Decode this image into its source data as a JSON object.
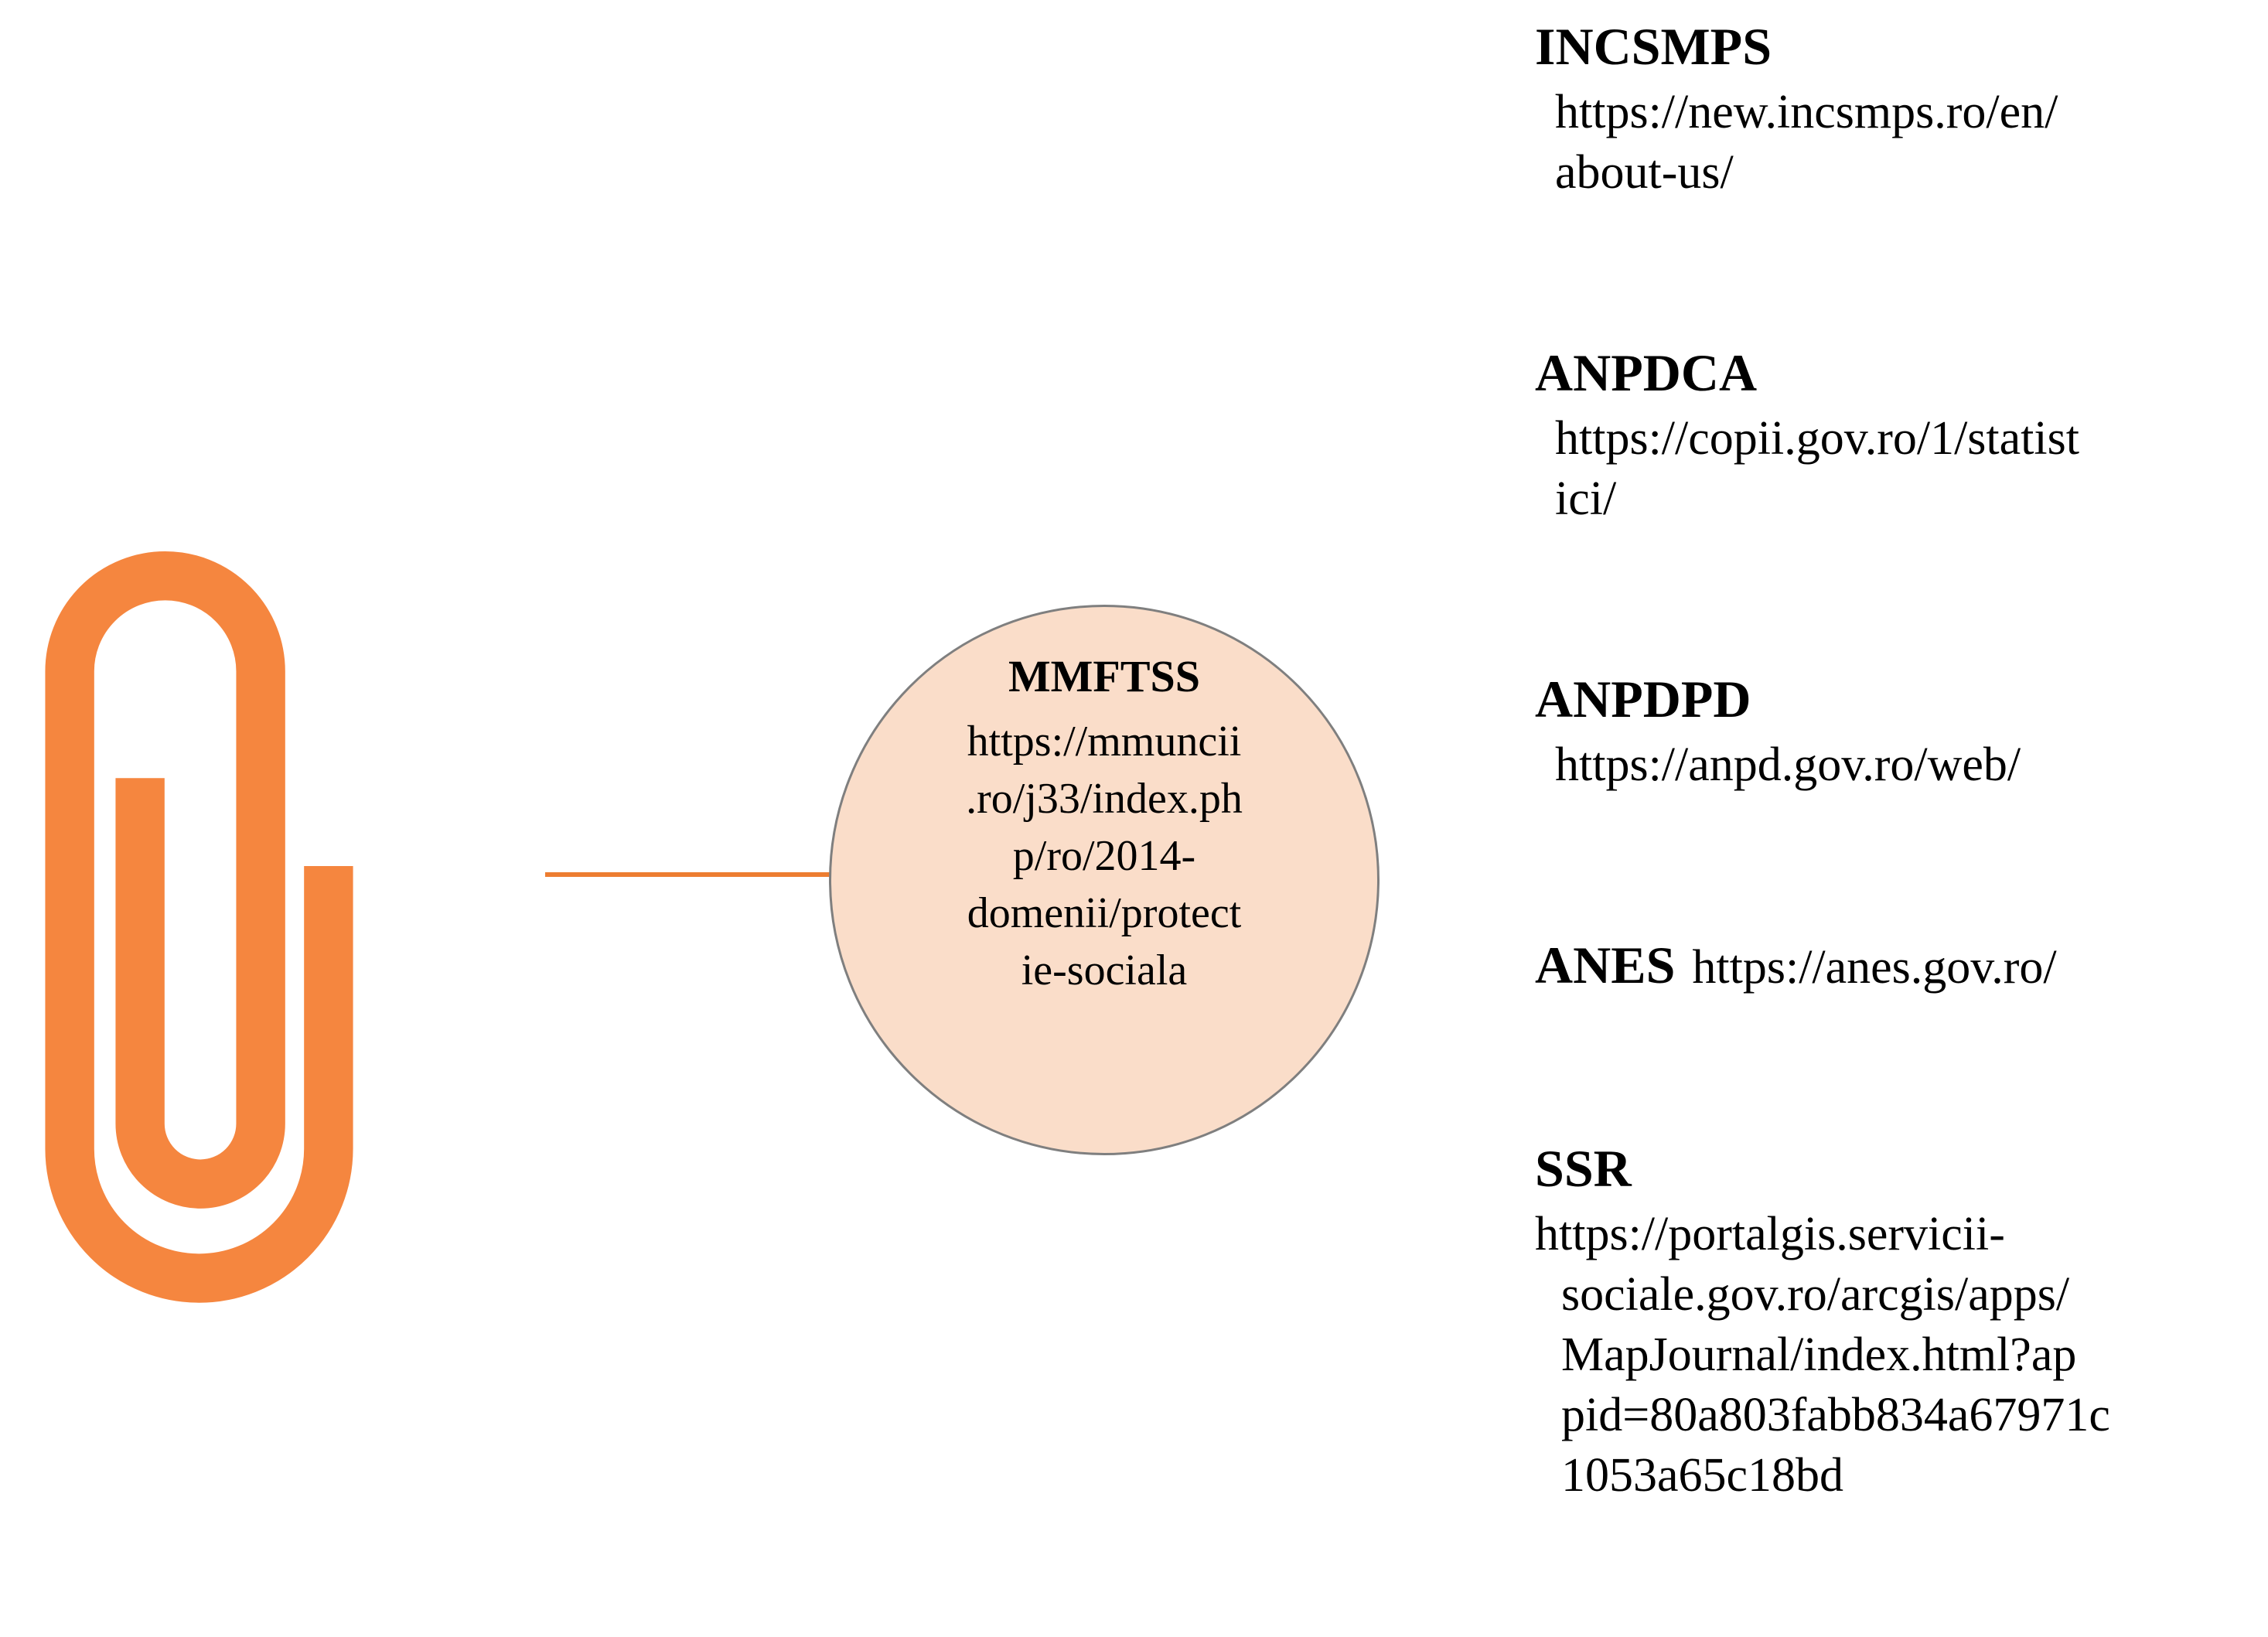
{
  "colors": {
    "paperclip_orange": "#F5863F",
    "connector_orange": "#ED7D31",
    "node_fill": "#FADDC9",
    "node_border": "#7F7F7F",
    "text": "#000000",
    "background": "#FFFFFF"
  },
  "figure": {
    "icons": {
      "paperclip": "paperclip-icon"
    },
    "center_node": {
      "label": "MMFTSS",
      "url_lines": [
        "https://mmuncii",
        ".ro/j33/index.ph",
        "p/ro/2014-",
        "domenii/protect",
        "ie-sociala"
      ]
    },
    "sources": [
      {
        "label": "INCSMPS",
        "url_lines": [
          "https://new.incsmps.ro/en/",
          "about-us/"
        ]
      },
      {
        "label": "ANPDCA",
        "url_lines": [
          "https://copii.gov.ro/1/statist",
          "ici/"
        ]
      },
      {
        "label": "ANPDPD",
        "url_lines": [
          "https://anpd.gov.ro/web/"
        ]
      },
      {
        "label": "ANES",
        "url_lines": [
          "https://anes.gov.ro/"
        ],
        "layout": "inline"
      },
      {
        "label": "SSR",
        "url_lines": [
          "https://portalgis.servicii-",
          "sociale.gov.ro/arcgis/apps/",
          "MapJournal/index.html?ap",
          "pid=80a803fabb834a67971c",
          "1053a65c18bd"
        ]
      }
    ]
  }
}
